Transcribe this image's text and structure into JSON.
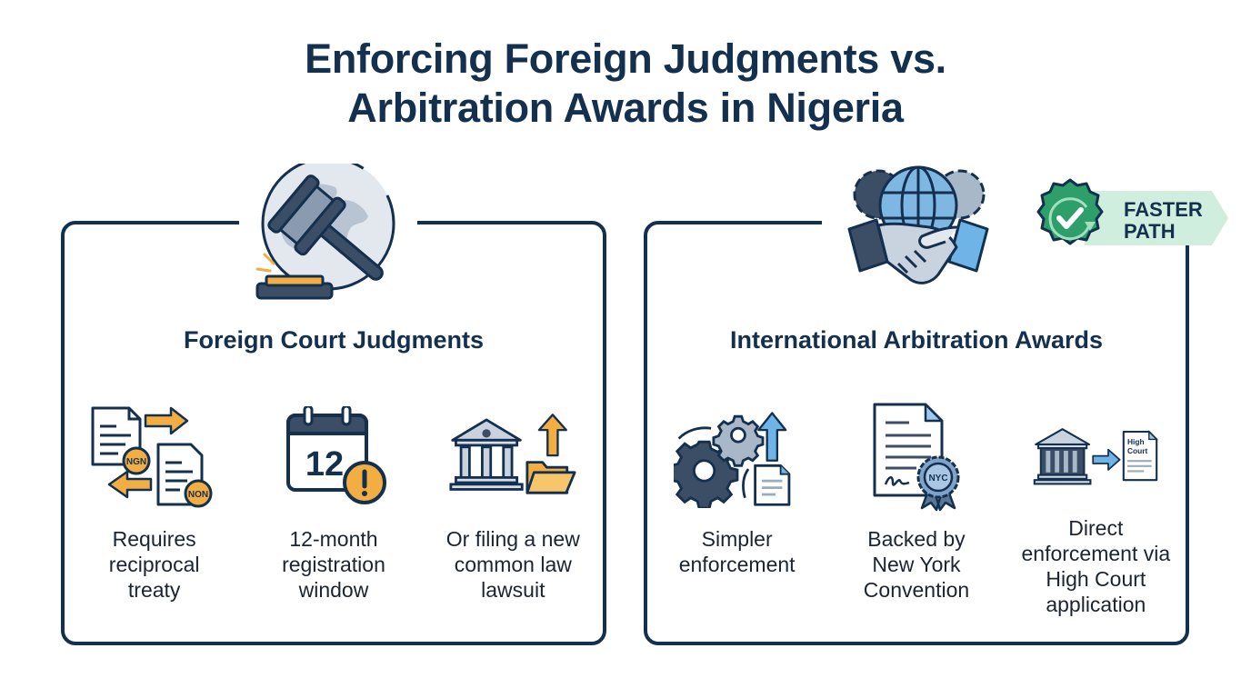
{
  "title": {
    "line1": "Enforcing Foreign Judgments vs.",
    "line2": "Arbitration Awards in Nigeria"
  },
  "colors": {
    "navy": "#14304f",
    "accent_orange": "#f2ae42",
    "accent_blue": "#6fb4e6",
    "badge_green": "#2e9e6a",
    "badge_mint": "#cfeedd"
  },
  "left_panel": {
    "heading": "Foreign Court Judgments",
    "hero_icon": "gavel-globe-icon",
    "items": [
      {
        "icon": "document-exchange-icon",
        "badge_a": "NGN",
        "badge_b": "NON",
        "label": "Requires\nreciprocal\ntreaty"
      },
      {
        "icon": "calendar-warning-icon",
        "calendar_number": "12",
        "label": "12-month\nregistration\nwindow"
      },
      {
        "icon": "courthouse-folder-icon",
        "label": "Or filing a new\ncommon law\nlawsuit"
      }
    ]
  },
  "right_panel": {
    "heading": "International Arbitration Awards",
    "hero_icon": "handshake-globe-icon",
    "badge": {
      "icon": "check-seal-icon",
      "text": "FASTER\nPATH"
    },
    "items": [
      {
        "icon": "gears-document-icon",
        "label": "Simpler\nenforcement"
      },
      {
        "icon": "certificate-seal-icon",
        "seal_text": "NYC",
        "label": "Backed by\nNew York\nConvention"
      },
      {
        "icon": "courthouse-arrow-document-icon",
        "doc_text_1": "High",
        "doc_text_2": "Court",
        "label": "Direct\nenforcement via\nHigh Court\napplication"
      }
    ]
  }
}
